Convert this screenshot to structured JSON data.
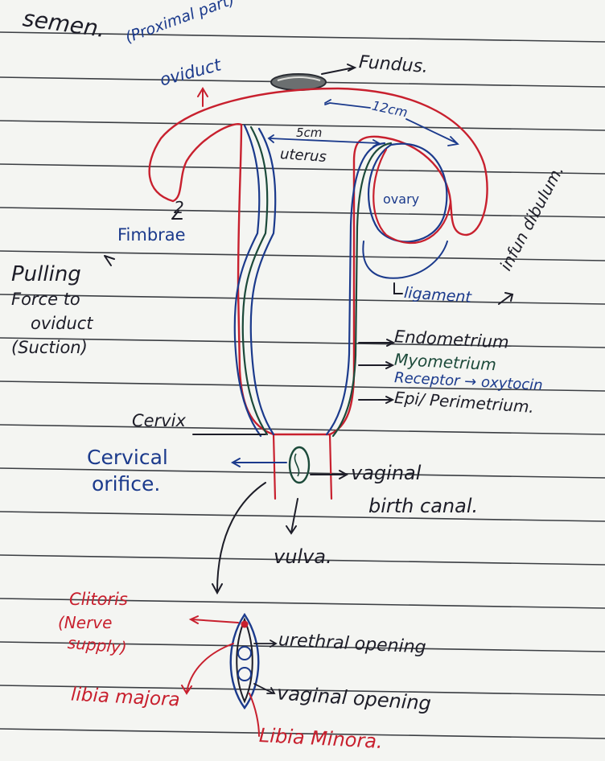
{
  "colors": {
    "paper": "#f4f5f2",
    "rule_line": "#3b3e43",
    "ink_black": "#1d1d28",
    "ink_blue": "#1b3a8c",
    "ink_red": "#c8202e",
    "ink_green": "#1c4a3a"
  },
  "top_note": "semen.",
  "labels": {
    "proximal_part": "(Proximal part)",
    "oviduct": "oviduct",
    "fundus": "Fundus.",
    "length_12cm": "12cm",
    "length_5cm": "5cm",
    "uterus": "uterus",
    "ovary": "ovary",
    "fimbrae_num": "2",
    "fimbrae": "Fimbrae",
    "pulling_force": [
      "Pulling",
      "Force to",
      "oviduct",
      "(Suction)"
    ],
    "infundibulum": "infun dibulum.",
    "ligament": "ligament",
    "endometrium": "Endometrium",
    "myometrium": "Myometrium",
    "receptor": "Receptor → oxytocin",
    "perimetrium": "Epi/ Perimetrium.",
    "cervix": "Cervix",
    "cervical_orifice": [
      "Cervical",
      "orifice."
    ],
    "vaginal": "vaginal",
    "birth_canal": "birth canal.",
    "vulva": "vulva.",
    "clitoris": [
      "Clitoris",
      "(Nerve",
      "supply)"
    ],
    "urethral_opening": "urethral opening",
    "vaginal_opening": "vaginal opening",
    "libia_majora": "libia majora",
    "libia_minora": "Libia Minora."
  },
  "icons": [
    "arrow-icon",
    "uterus-outline-icon",
    "vulva-oval-icon"
  ]
}
